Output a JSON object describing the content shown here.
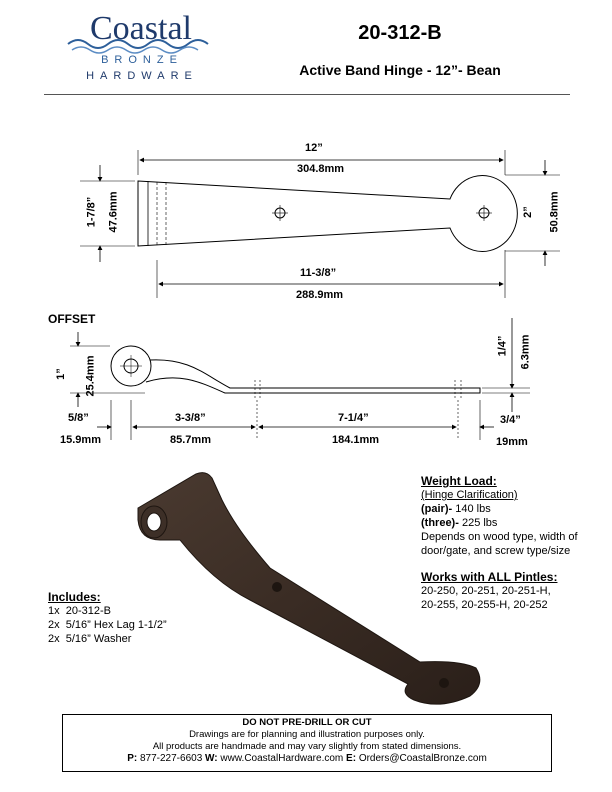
{
  "brand": {
    "name": "Coastal",
    "line2": "BRONZE",
    "line3": "HARDWARE",
    "accent": "#1f3a6b"
  },
  "header": {
    "part_number": "20-312-B",
    "title": "Active Band Hinge - 12”- Bean"
  },
  "top_view": {
    "length_in": "12”",
    "length_mm": "304.8mm",
    "width_in": "1-7/8”",
    "width_mm": "47.6mm",
    "end_in": "2”",
    "end_mm": "50.8mm",
    "slot_in": "11-3/8”",
    "slot_mm": "288.9mm"
  },
  "offset_view": {
    "label": "OFFSET",
    "height_in": "1”",
    "height_mm": "25.4mm",
    "thick_in": "1/4”",
    "thick_mm": "6.3mm",
    "seg1_in": "5/8”",
    "seg1_mm": "15.9mm",
    "seg2_in": "3-3/8”",
    "seg2_mm": "85.7mm",
    "seg3_in": "7-1/4”",
    "seg3_mm": "184.1mm",
    "seg4_in": "3/4”",
    "seg4_mm": "19mm"
  },
  "weight": {
    "heading": "Weight Load:",
    "sub": "(Hinge Clarification)",
    "pair_label": "(pair)-",
    "pair_value": "140 lbs",
    "three_label": "(three)-",
    "three_value": "225 lbs",
    "note_1": "Depends on wood type, width of",
    "note_2": "door/gate, and screw type/size"
  },
  "pintles": {
    "heading": "Works with ALL Pintles:",
    "line1": "20-250, 20-251, 20-251-H,",
    "line2": "20-255, 20-255-H, 20-252"
  },
  "includes": {
    "heading": "Includes:",
    "items": [
      {
        "qty": "1x",
        "text": "20-312-B"
      },
      {
        "qty": "2x",
        "text": "5/16” Hex Lag 1-1/2”"
      },
      {
        "qty": "2x",
        "text": "5/16” Washer"
      }
    ]
  },
  "footer": {
    "warning": "DO NOT PRE-DRILL OR CUT",
    "line1": "Drawings are for planning and illustration purposes only.",
    "line2": "All products are handmade and may vary slightly from stated dimensions.",
    "phone_label": "P:",
    "phone": "877-227-6603",
    "web_label": "W:",
    "web": "www.CoastalHardware.com",
    "email_label": "E:",
    "email": "Orders@CoastalBronze.com"
  }
}
